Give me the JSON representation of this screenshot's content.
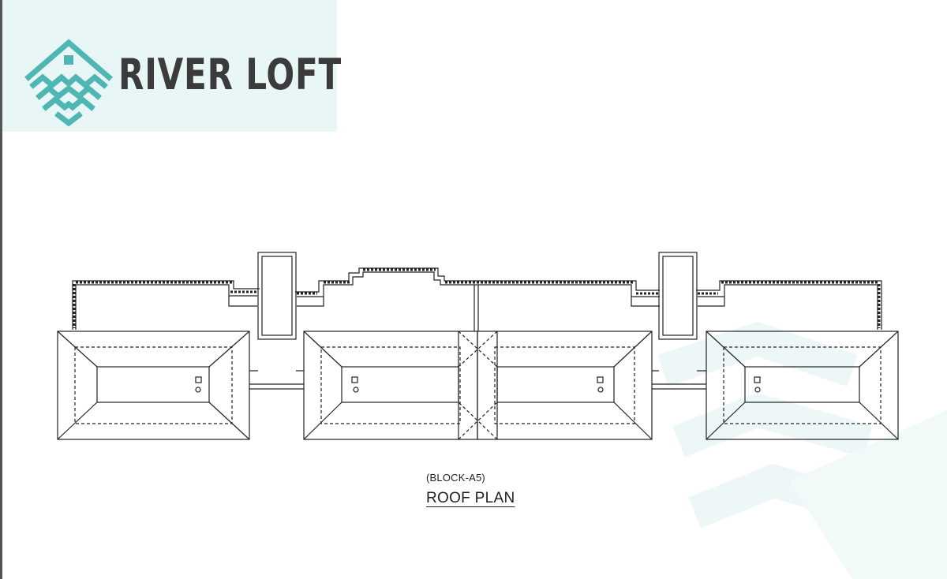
{
  "brand": {
    "name": "RIVER LOFT",
    "logo_icon": "river-diamond-logo",
    "accent_color": "#4fb6b3",
    "panel_color": "#e9f6f6",
    "text_color": "#3b3b3b"
  },
  "drawing": {
    "block_label": "(BLOCK-A5)",
    "title": "ROOF PLAN",
    "line_color": "#222222"
  }
}
